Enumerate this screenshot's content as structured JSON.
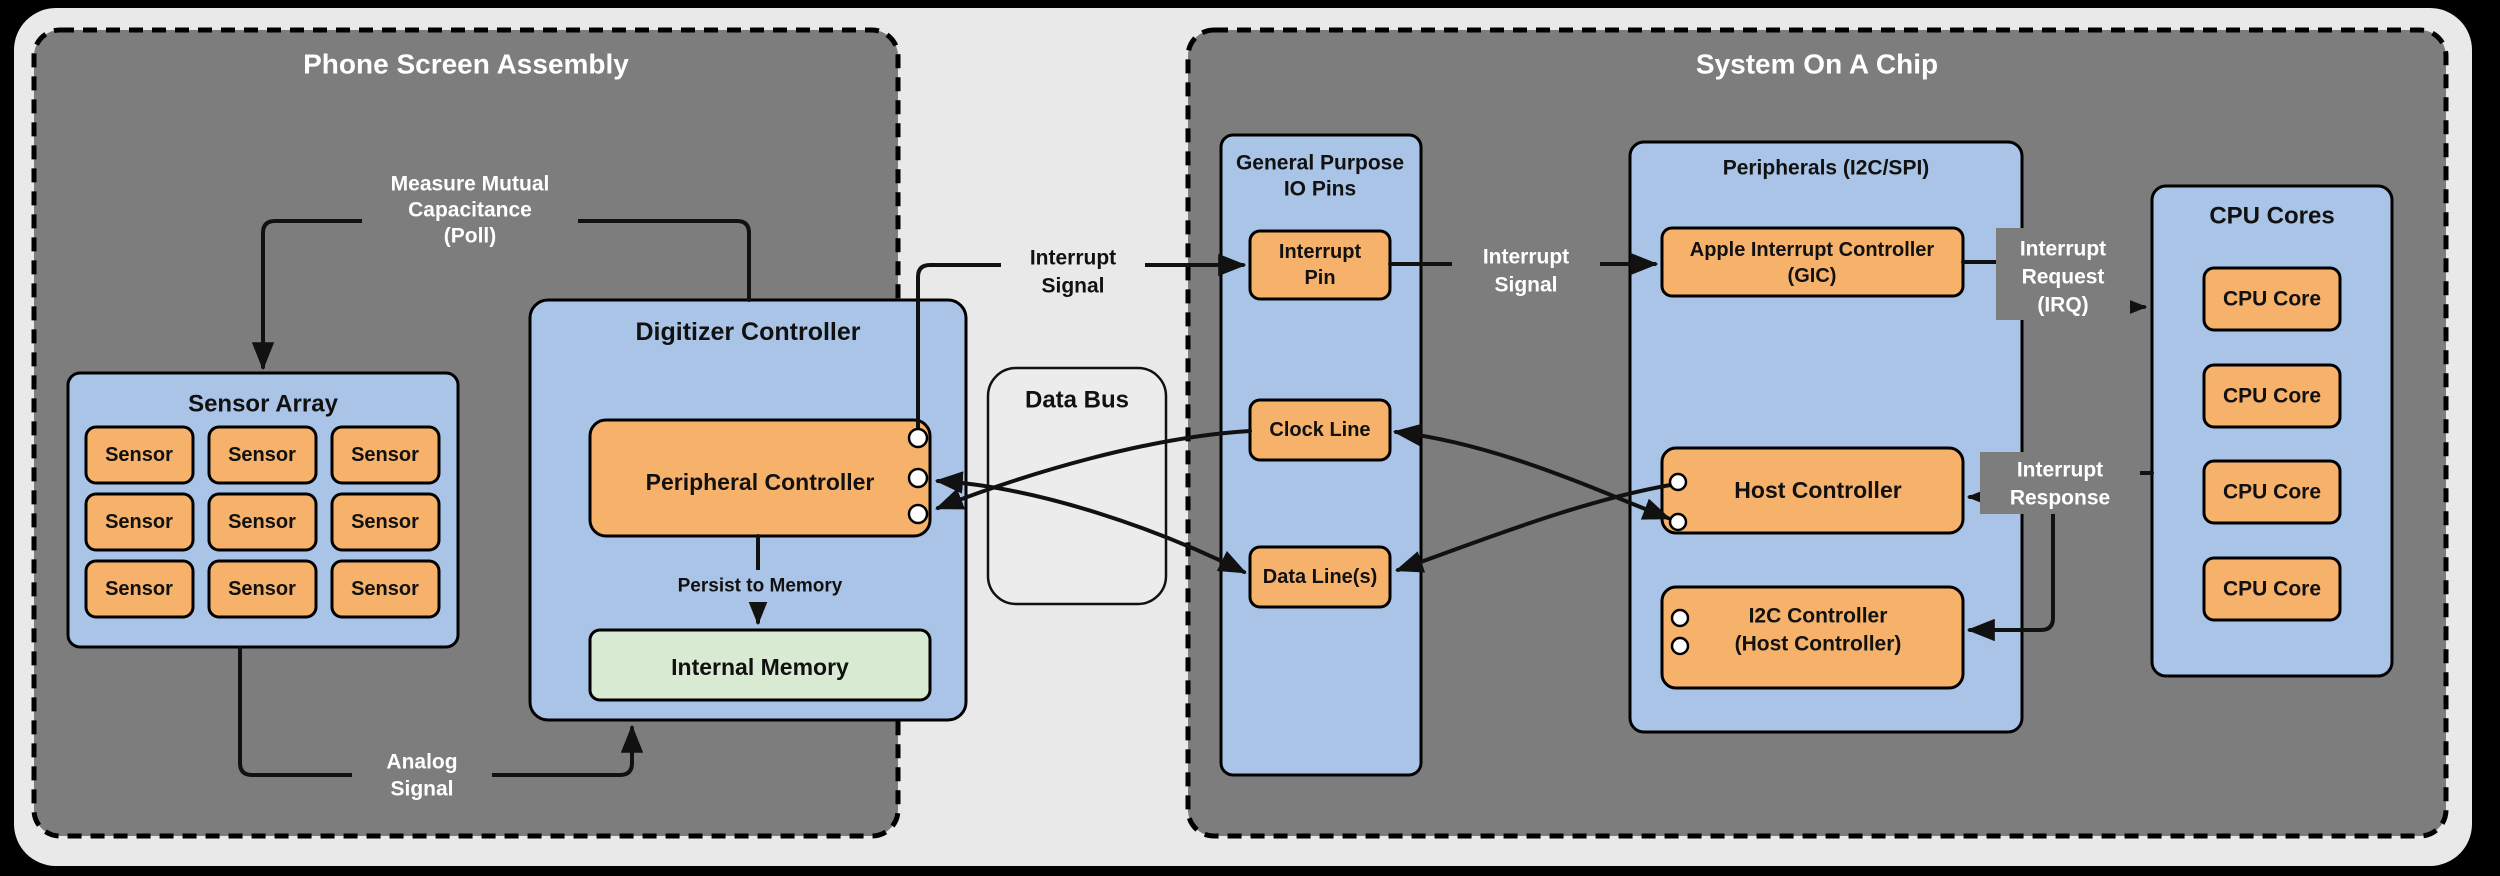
{
  "colors": {
    "frame_black": "#000000",
    "canvas_gray": "#e9e9e9",
    "container_gray": "#7d7d7d",
    "box_blue": "#a9c4e6",
    "box_orange": "#f6b26b",
    "box_green": "#d9ead3",
    "bus_gray": "#ececec",
    "line": "#111111",
    "title_white": "#ffffff",
    "text_black": "#111111"
  },
  "phone": {
    "title": "Phone Screen Assembly",
    "sensor_array": {
      "title": "Sensor Array",
      "sensors": [
        "Sensor",
        "Sensor",
        "Sensor",
        "Sensor",
        "Sensor",
        "Sensor",
        "Sensor",
        "Sensor",
        "Sensor"
      ]
    },
    "digitizer": {
      "title": "Digitizer Controller",
      "peripheral_controller": "Peripheral Controller",
      "persist_label": "Persist to Memory",
      "internal_memory": "Internal Memory"
    }
  },
  "data_bus": {
    "title": "Data Bus"
  },
  "soc": {
    "title": "System On A Chip",
    "gpio": {
      "title_line1": "General Purpose",
      "title_line2": "IO Pins",
      "interrupt_pin_line1": "Interrupt",
      "interrupt_pin_line2": "Pin",
      "clock_line": "Clock Line",
      "data_lines": "Data Line(s)"
    },
    "peripherals": {
      "title": "Peripherals (I2C/SPI)",
      "gic_line1": "Apple Interrupt Controller",
      "gic_line2": "(GIC)",
      "host": "Host Controller",
      "i2c_line1": "I2C Controller",
      "i2c_line2": "(Host Controller)"
    },
    "cpu": {
      "title": "CPU Cores",
      "cores": [
        "CPU Core",
        "CPU Core",
        "CPU Core",
        "CPU Core"
      ]
    }
  },
  "edge_labels": {
    "poll_line1": "Measure Mutual",
    "poll_line2": "Capacitance",
    "poll_line3": "(Poll)",
    "analog_line1": "Analog",
    "analog_line2": "Signal",
    "interrupt_signal_left_line1": "Interrupt",
    "interrupt_signal_left_line2": "Signal",
    "interrupt_signal_right_line1": "Interrupt",
    "interrupt_signal_right_line2": "Signal",
    "irq_line1": "Interrupt",
    "irq_line2": "Request",
    "irq_line3": "(IRQ)",
    "response_line1": "Interrupt",
    "response_line2": "Response"
  }
}
